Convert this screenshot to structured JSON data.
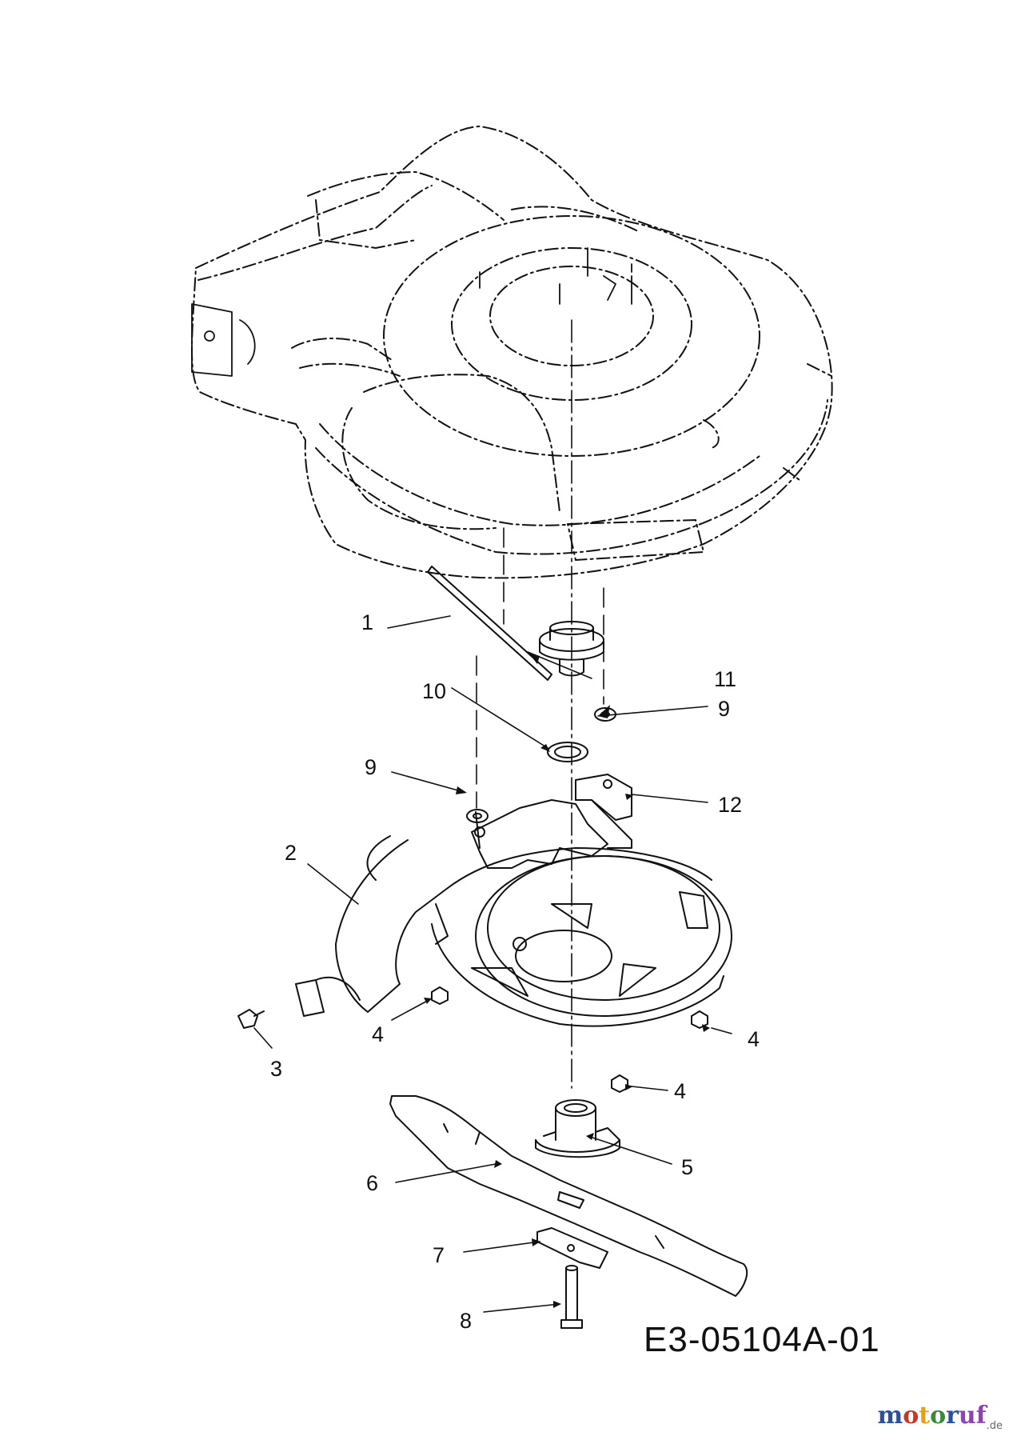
{
  "document_number": "E3-05104A-01",
  "watermark": {
    "text": "motoruf",
    "suffix": ".de"
  },
  "callouts": [
    "1",
    "2",
    "3",
    "4",
    "4",
    "4",
    "5",
    "6",
    "7",
    "8",
    "9",
    "9",
    "10",
    "11",
    "12"
  ]
}
